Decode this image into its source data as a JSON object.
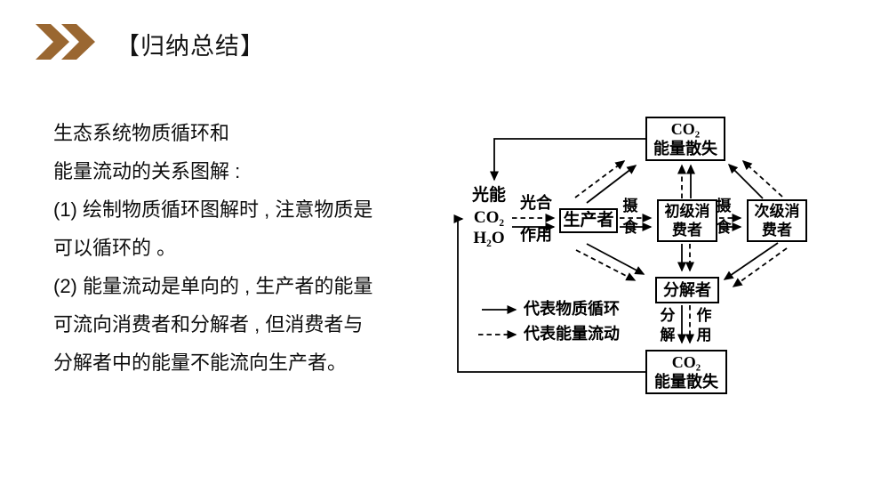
{
  "header": {
    "title": "【归纳总结】",
    "chevron_color": "#9a6731"
  },
  "notes": {
    "lines": [
      "生态系统物质循环和",
      "能量流动的关系图解 :",
      "(1) 绘制物质循环图解时 , 注意物质是",
      "可以循环的 。",
      "(2) 能量流动是单向的 , 生产者的能量",
      "可流向消费者和分解者 , 但消费者与",
      "分解者中的能量不能流向生产者。"
    ]
  },
  "diagram": {
    "inputs": {
      "light": "光能",
      "co2": "CO₂",
      "water": "H₂O"
    },
    "boxes": {
      "co2_top": {
        "l1": "CO₂",
        "l2": "能量散失"
      },
      "producer": {
        "l1": "生产者"
      },
      "primary": {
        "l1": "初级消",
        "l2": "费者"
      },
      "secondary": {
        "l1": "次级消",
        "l2": "费者"
      },
      "decomposer": {
        "l1": "分解者"
      },
      "co2_bottom": {
        "l1": "CO₂",
        "l2": "能量散失"
      }
    },
    "labels": {
      "photo1": "光合",
      "photo2": "作用",
      "feed1a": "摄",
      "feed1b": "食",
      "feed2a": "摄",
      "feed2b": "食",
      "dec1": "分",
      "dec2": "解",
      "dec3": "作",
      "dec4": "用"
    },
    "legend": {
      "solid": "代表物质循环",
      "dashed": "代表能量流动"
    }
  }
}
